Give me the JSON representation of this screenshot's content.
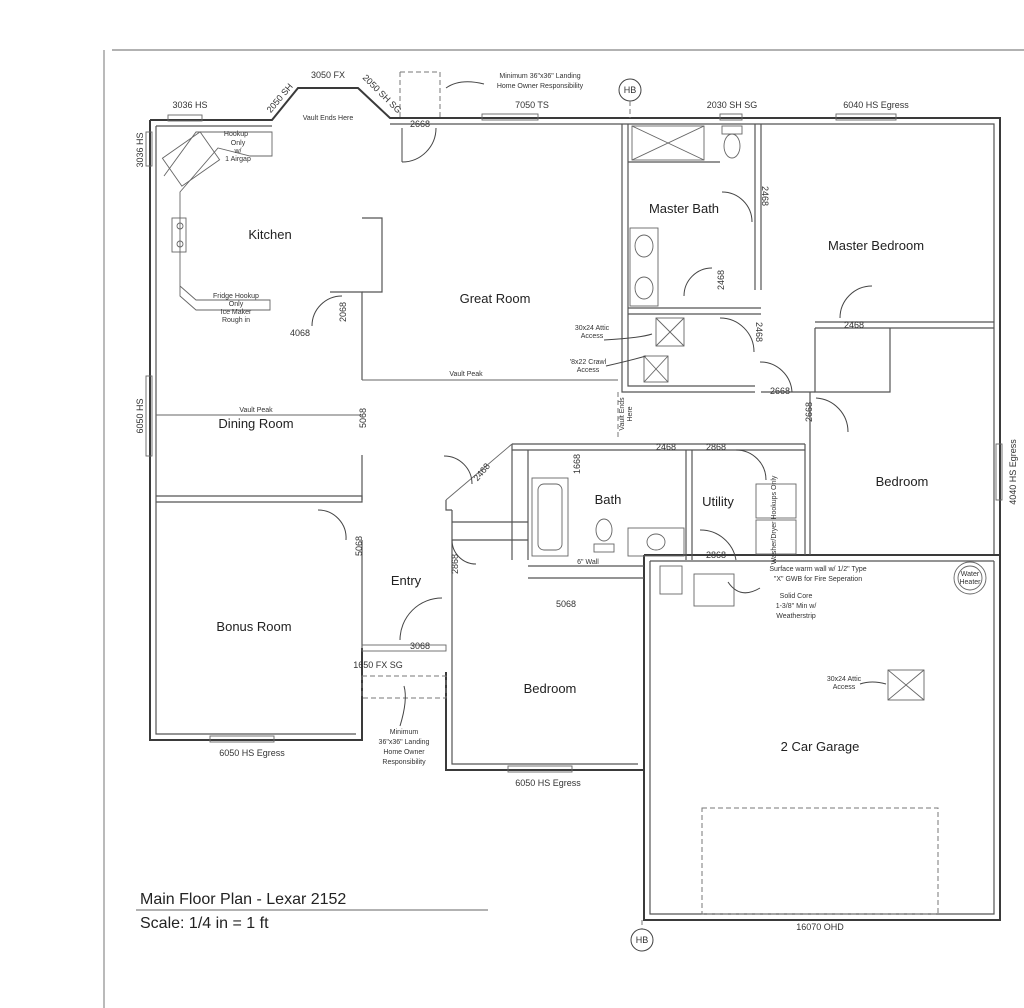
{
  "rooms": {
    "kitchen": "Kitchen",
    "great_room": "Great Room",
    "master_bath": "Master Bath",
    "master_bedroom": "Master Bedroom",
    "dining_room": "Dining Room",
    "bath": "Bath",
    "utility": "Utility",
    "bedroom_right": "Bedroom",
    "entry": "Entry",
    "bonus_room": "Bonus Room",
    "bedroom_bottom": "Bedroom",
    "garage": "2 Car Garage"
  },
  "windows": {
    "w3036_top": "3036 HS",
    "w2050_left": "2050 SH",
    "w3050_fx": "3050 FX",
    "w2050_right": "2050 SH SG",
    "w7050": "7050 TS",
    "w2030": "2030 SH SG",
    "w6040": "6040 HS Egress",
    "w3036_side": "3036 HS",
    "w6050_side": "6050 HS",
    "w4040": "4040 HS Egress",
    "w6050_bonus": "6050 HS Egress",
    "w6050_bed": "6050 HS Egress",
    "w1650": "1650 FX SG",
    "w16070": "16070 OHD"
  },
  "doors": {
    "d2668_top": "2668",
    "d2468_mb1": "2468",
    "d2468_mb2": "2468",
    "d2468_mb3": "2468",
    "d2468_mbr": "2468",
    "d2668_mbr": "2668",
    "d2668_bed": "2668",
    "d4068": "4068",
    "d2068": "2068",
    "d5068_dining": "5068",
    "d5068_bonus": "5068",
    "d2468_bath": "2468",
    "d2868_util": "2868",
    "d1668": "1668",
    "d2468_hall": "2468",
    "d2868_entry": "2868",
    "d2868_garage": "2868",
    "d3068": "3068",
    "d5068_bed": "5068"
  },
  "notes": {
    "landing_top_1": "Minimum 36\"x36\" Landing",
    "landing_top_2": "Home Owner Responsibility",
    "vault_ends_here": "Vault Ends Here",
    "hookup_1": "Hookup",
    "hookup_2": "Only",
    "hookup_3": "w/",
    "hookup_4": "1 Airgap",
    "fridge_1": "Fridge Hookup",
    "fridge_2": "Only",
    "fridge_3": "Ice Maker",
    "fridge_4": "Rough in",
    "access_1": "30x24 Attic",
    "access_2": "Access",
    "crawl_1": "'8x22 Crawl",
    "crawl_2": "Access",
    "vault_peak_1": "Vault Peak",
    "vault_peak_2": "Vault Peak",
    "vault_ends_side_1": "Vault Ends",
    "vault_ends_side_2": "Here",
    "wall_6": "6\" Wall",
    "washer_dryer": "Washer/Dryer Hookups Only",
    "surface_1": "Surface warm wall w/ 1/2\" Type",
    "surface_2": "\"X\" GWB for Fire Seperation",
    "solid_1": "Solid Core",
    "solid_2": "1-3/8\" Min w/",
    "solid_3": "Weatherstrip",
    "garage_access_1": "30x24 Attic",
    "garage_access_2": "Access",
    "water_heater_1": "Water",
    "water_heater_2": "Heater",
    "landing_bot_1": "Minimum",
    "landing_bot_2": "36\"x36\" Landing",
    "landing_bot_3": "Home Owner",
    "landing_bot_4": "Responsibility"
  },
  "markers": {
    "hb_top": "HB",
    "hb_bottom": "HB"
  },
  "title": {
    "line1": "Main Floor Plan - Lexar 2152",
    "line2": "Scale: 1/4 in = 1 ft"
  }
}
